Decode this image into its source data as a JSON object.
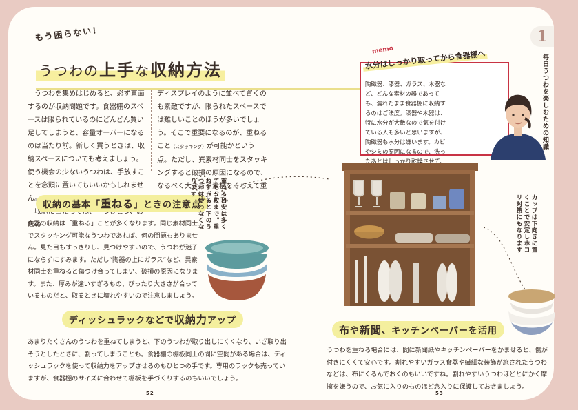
{
  "page": {
    "tab_number": "1",
    "side_label": "毎日うつわを楽しむための知識",
    "kicker": "もう困らない！",
    "title_parts": [
      "う",
      "つ",
      "わ",
      "の",
      "上手",
      "な",
      "収納方法"
    ],
    "intro_col1": "うつわを集めはじめると、必ず直面するのが収納問題です。食器棚のスペースは限られているのにどんどん買い足してしまうと、容量オーバーになるのは当たり前。新しく買うときは、収納スペースについても考えましょう。使う機会の少ないうつわは、手放すことを念頭に置いてもいいかもしれません。",
    "intro_col1_end": "収納に当たっては、一つひとつ、お店の",
    "intro_col2": "ディスプレイのように並べて置くのも素敵ですが、限られたスペースでは難しいことのほうが多いでしょう。そこで重要になるのが、重ねること",
    "intro_col2_small": "（スタッキング）",
    "intro_col2_end": "が可能かという点。ただし、異素材同士をスタッキングすると破損の原因になるので、なるべく大きさや素材をそろえて重ねるようにしましょう。",
    "page_left": "52",
    "page_right": "53"
  },
  "memo": {
    "tag": "memo",
    "title": "水分はしっかり取ってから食器棚へ",
    "body": "陶磁器、漆器、ガラス、木器など、どんな素材の器であっても、濡れたまま食器棚に収納するのはご法度。漆器や木器は、特に水分が大敵なので気を付けている人も多いと思いますが、陶磁器も水分は嫌います。カビやシミの原因になるので、洗ったあとはしっかり乾燥させて、食器棚に戻しましょう。碗の高台や皿の裏側には、意外に水分が残っているので注意が必要です。裏側が乾いているか触って確認してから食器棚に戻す習慣をつけましょう。"
  },
  "section1": {
    "heading_pre": "収納の基本「",
    "heading_big": "重ねる",
    "heading_post": "」ときの注意点",
    "body": "食器の収納は「重ねる」ことが多くなります。同じ素材同士でスタッキング可能なうつわであれば、何の問題もありません。見た目もすっきりし、見つけやすいので、うつわが迷子にならずにすみます。ただし“陶器の上にガラス”など、異素材同士を重ねると傷つけ合ってしまい、破損の原因になります。また、厚みが違いすぎるもの、ぴったり大きさが合っているものだと、取るときに壊れやすいので注意しましょう。"
  },
  "section2": {
    "heading_pre": "ディッシュラックなどで",
    "heading_big": "収納力",
    "heading_post": "アップ",
    "body": "あまりたくさんのうつわを重ねてしまうと、下のうつわが取り出しにくくなり、いざ取り出そうとしたときに、割ってしまうことも。食器棚の棚板同士の間に空間がある場合は、ディッシュラックを使って収納力をアップさせるのもひとつの手です。専用のラックも売っていますが、食器棚のサイズに合わせて棚板を手づくりするのもいいでしょう。"
  },
  "section3": {
    "heading_big1": "布",
    "heading_mid": "や",
    "heading_big2": "新聞",
    "heading_post": "、キッチンペーパーを活用",
    "body": "うつわを重ねる場合には、間に新聞紙やキッチンペーパーをかませると、傷が付きにくくて安心です。割れやすいガラス食器や繊細な装飾が施されたうつわなどは、布にくるんでおくのもいいですね。割れやすいうつわほどとにかく摩擦を嫌うので、お気に入りのものほど念入りに保護しておきましょう。"
  },
  "notes": {
    "stack_note": "重ねる目安は多くても５枚まで。重ねすぎると下のうつわは使わなくなります",
    "cup_note": "カップは下向きに置くことで安定しホコリ対策にもなります"
  },
  "colors": {
    "background": "#e9cbc3",
    "highlight": "#f4ef9e",
    "memo_border": "#c83344",
    "cabinet": "#9a6a45"
  }
}
